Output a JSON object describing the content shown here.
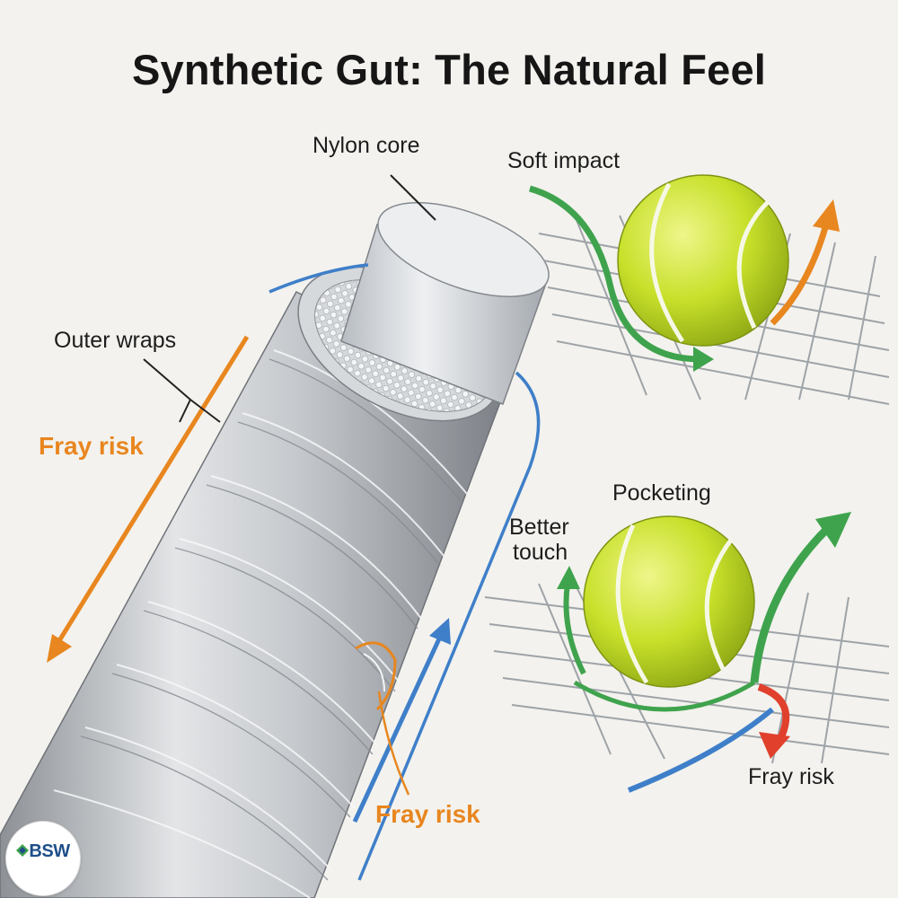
{
  "title": "Synthetic Gut: The Natural Feel",
  "labels": {
    "nylon_core": "Nylon core",
    "outer_wraps": "Outer wraps",
    "fray_risk_left": "Fray risk",
    "fray_risk_bottom": "Fray risk",
    "fray_risk_right": "Fray risk",
    "soft_impact": "Soft impact",
    "pocketing": "Pocketing",
    "better_touch_line1": "Better",
    "better_touch_line2": "touch"
  },
  "logo": {
    "text": "BSW"
  },
  "colors": {
    "orange": "#e8861f",
    "green": "#3fa34d",
    "blue": "#3f7fc9",
    "red": "#e0402c",
    "ball": "#c8e02a",
    "string": "#b8bcc1"
  }
}
